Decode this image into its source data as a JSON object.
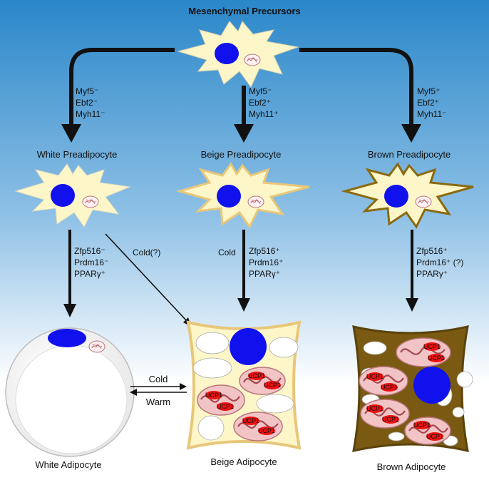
{
  "title": "Mesenchymal Precursors",
  "markers": {
    "white_precursor": [
      "Myf5⁻",
      "Ebf2⁻",
      "Myh11⁻"
    ],
    "beige_precursor": [
      "Myf5⁻",
      "Ebf2⁺",
      "Myh11⁺"
    ],
    "brown_precursor": [
      "Myf5⁺",
      "Ebf2⁺",
      "Myh11⁻"
    ],
    "white_to_adipocyte": [
      "Zfp516⁻",
      "Prdm16⁻",
      "PPARγ⁺"
    ],
    "beige_to_adipocyte": [
      "Zfp516⁺",
      "Prdm16⁺",
      "PPARγ⁺"
    ],
    "brown_to_adipocyte": [
      "Zfp516⁺",
      "Prdm16⁺ (?)",
      "PPARγ⁺"
    ]
  },
  "preadipocytes": {
    "white": "White Preadipocyte",
    "beige": "Beige Preadipocyte",
    "brown": "Brown Preadipocyte"
  },
  "adipocytes": {
    "white": "White Adipocyte",
    "beige": "Beige Adipocyte",
    "brown": "Brown Adipocyte"
  },
  "conditions": {
    "cold_question": "Cold(?)",
    "cold_beige": "Cold",
    "cold_transition": "Cold",
    "warm_transition": "Warm"
  },
  "ucp_label": "UCP1",
  "colors": {
    "background_top": "#2a87c9",
    "background_bottom": "#ffffff",
    "cell_fill": "#fdf6c9",
    "beige_border": "#e8c77a",
    "brown_border": "#8a6a10",
    "brown_fill": "#7a5a12",
    "nucleus": "#1111ee",
    "mito_outer": "#e8a3a8",
    "ucp_red": "#ee1111"
  }
}
